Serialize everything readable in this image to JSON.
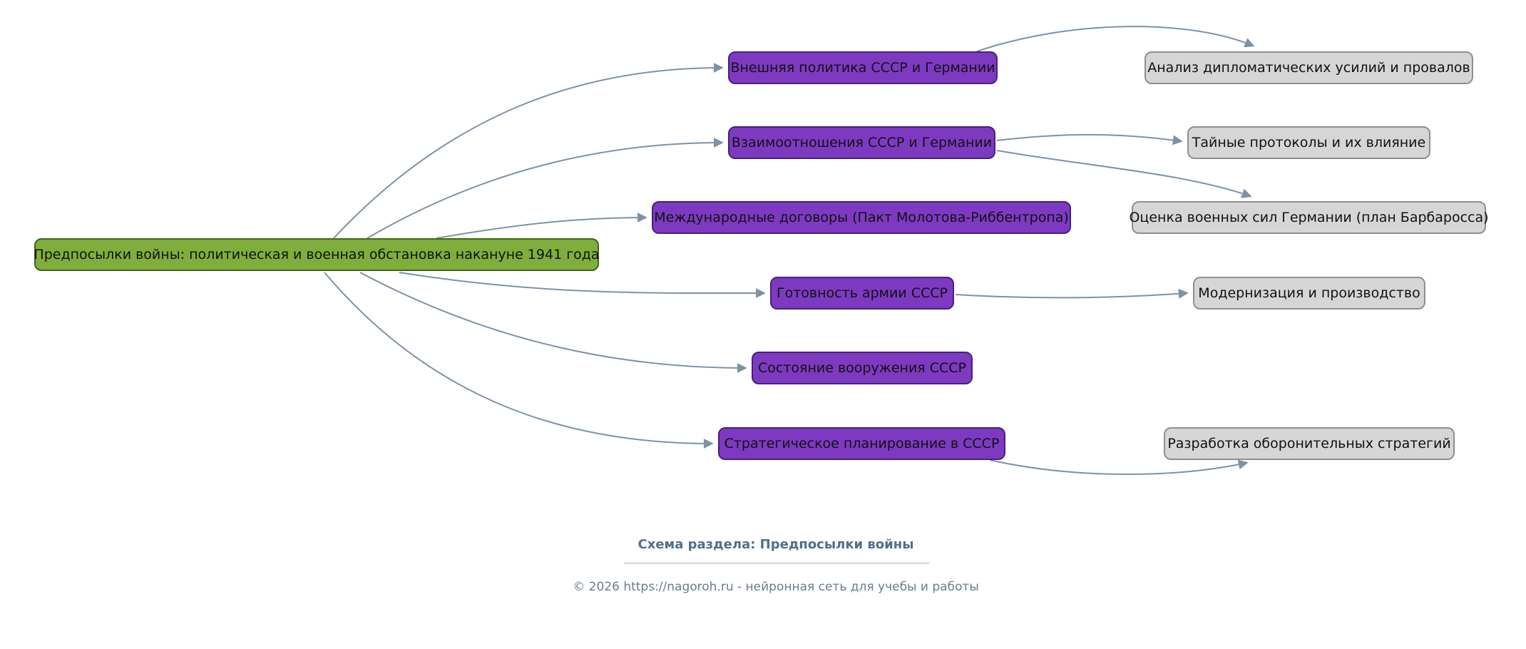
{
  "colors": {
    "root_fill": "#7fae3c",
    "root_border": "#3f661c",
    "branch_fill": "#7d3ac1",
    "branch_border": "#45217f",
    "leaf_fill": "#d6d6d6",
    "leaf_border": "#8f8f8f",
    "edge": "#7e92a5",
    "footer_title": "#4e7088",
    "footer_text": "#6d7c8c"
  },
  "diagram": {
    "root": {
      "id": "root",
      "label": "Предпосылки войны: политическая и военная обстановка накануне 1941 года"
    },
    "branches": [
      {
        "id": "b1",
        "label": "Внешняя политика СССР и Германии"
      },
      {
        "id": "b2",
        "label": "Взаимоотношения СССР и Германии"
      },
      {
        "id": "b3",
        "label": "Международные договоры (Пакт Молотова-Риббентропа)"
      },
      {
        "id": "b4",
        "label": "Готовность армии СССР"
      },
      {
        "id": "b5",
        "label": "Состояние вооружения СССР"
      },
      {
        "id": "b6",
        "label": "Стратегическое планирование в СССР"
      }
    ],
    "leaves": [
      {
        "id": "l1",
        "label": "Анализ дипломатических усилий и провалов"
      },
      {
        "id": "l2",
        "label": "Тайные протоколы и их влияние"
      },
      {
        "id": "l3",
        "label": "Оценка военных сил Германии (план Барбаросса)"
      },
      {
        "id": "l4",
        "label": "Модернизация и производство"
      },
      {
        "id": "l5",
        "label": "Разработка оборонительных стратегий"
      }
    ],
    "edges": [
      {
        "from": "root",
        "to": "b1"
      },
      {
        "from": "root",
        "to": "b2"
      },
      {
        "from": "root",
        "to": "b3"
      },
      {
        "from": "root",
        "to": "b4"
      },
      {
        "from": "root",
        "to": "b5"
      },
      {
        "from": "root",
        "to": "b6"
      },
      {
        "from": "b1",
        "to": "l1"
      },
      {
        "from": "b2",
        "to": "l2"
      },
      {
        "from": "b2",
        "to": "l3"
      },
      {
        "from": "b4",
        "to": "l4"
      },
      {
        "from": "b6",
        "to": "l5"
      }
    ]
  },
  "footer": {
    "title": "Схема раздела: Предпосылки войны",
    "copyright": "© 2026 https://nagoroh.ru - нейронная сеть для учебы и работы"
  }
}
